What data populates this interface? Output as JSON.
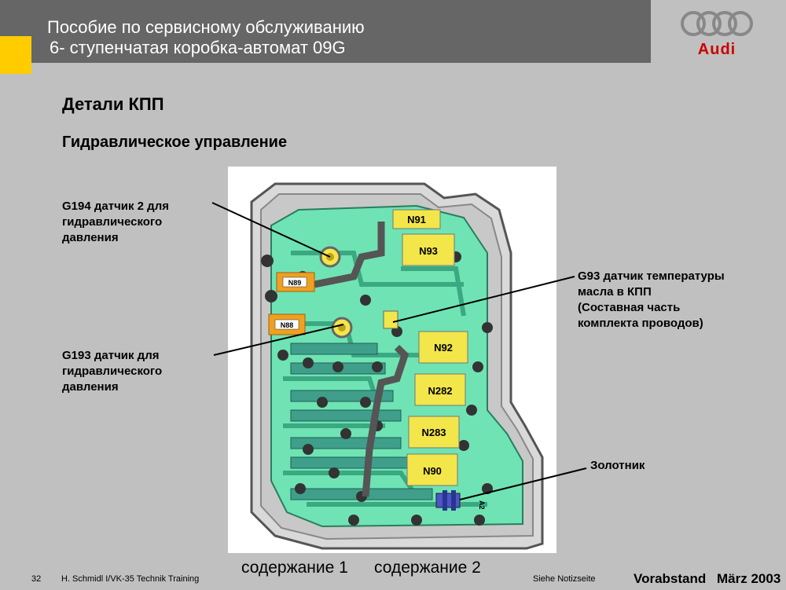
{
  "header": {
    "title_line1": "Пособие по сервисному обслуживанию",
    "title_line2": "6- ступенчатая коробка-автомат 09G",
    "logo_text": "Audi",
    "colors": {
      "bar": "#666666",
      "accent": "#ffcc00",
      "logo": "#cc0000"
    }
  },
  "content": {
    "title": "Детали КПП",
    "subtitle": "Гидравлическое управление"
  },
  "callouts": {
    "g194": "G194  датчик 2 для\nгидравлического\nдавления",
    "g193": "G193  датчик для\nгидравлического\nдавления",
    "g93": "G93  датчик температуры\nмасла в КПП\n(Составная часть\nкомплекта проводов)",
    "valve": "Золотник"
  },
  "diagram": {
    "solenoids": {
      "n91": "N91",
      "n93": "N93",
      "n92": "N92",
      "n282": "N282",
      "n283": "N283",
      "n90": "N90",
      "n89": "N89",
      "n88": "N88"
    },
    "valve_tag": "A2",
    "colors": {
      "plate": "#6fe3b4",
      "solenoid": "#f2e64a",
      "orange": "#f0a020",
      "dark": "#555555"
    }
  },
  "footer": {
    "page_number": "32",
    "author": "H. Schmidl I/VK-35  Technik Training",
    "link1": "содержание 1",
    "link2": "содержание 2",
    "notes": "Siehe Notizseite",
    "status": "Vorabstand",
    "date": "März 2003"
  }
}
